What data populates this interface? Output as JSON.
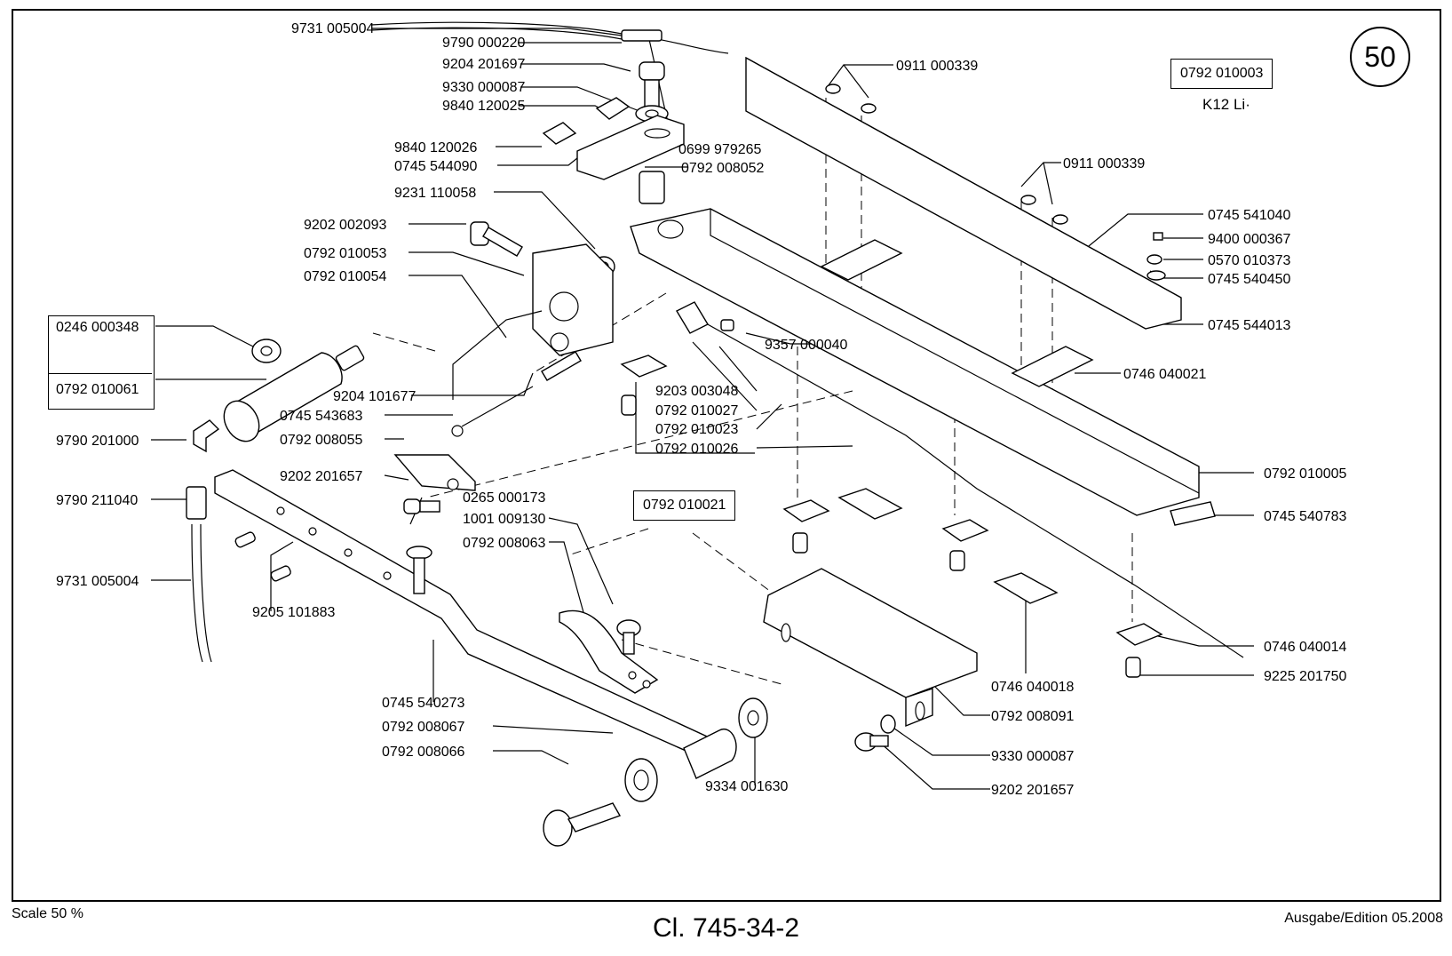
{
  "page_number": "50",
  "assembly_box": {
    "part_no": "0792 010003",
    "subtitle": "K12  Li·"
  },
  "grouped_box": {
    "top": "0246 000348",
    "bottom": "0792 010061"
  },
  "boxed_single": "0792 010021",
  "labels": [
    "9731 005004",
    "9790 000220",
    "9204 201697",
    "9330 000087",
    "9840 120025",
    "9840 120026",
    "0699 979265",
    "0745 544090",
    "0792 008052",
    "9231 110058",
    "9202 002093",
    "0792 010053",
    "0792 010054",
    "9204 101677",
    "0745 543683",
    "0792 008055",
    "9202 201657",
    "9790 201000",
    "9790 211040",
    "0265 000173",
    "1001 009130",
    "0792 008063",
    "9731 005004",
    "9205 101883",
    "0745 540273",
    "0792 008067",
    "0792 008066",
    "9334 001630",
    "9357 000040",
    "9203 003048",
    "0792 010027",
    "0792 010023",
    "0792 010026",
    "0911 000339",
    "0911 000339",
    "0745 541040",
    "9400 000367",
    "0570 010373",
    "0745 540450",
    "0745 544013",
    "0746 040021",
    "0792 010005",
    "0745 540783",
    "0746 040014",
    "9225 201750",
    "0746 040018",
    "0792 008091",
    "9330 000087",
    "9202 201657"
  ],
  "footer": {
    "scale": "Scale 50 %",
    "title": "Cl. 745-34-2",
    "edition": "Ausgabe/Edition 05.2008"
  }
}
